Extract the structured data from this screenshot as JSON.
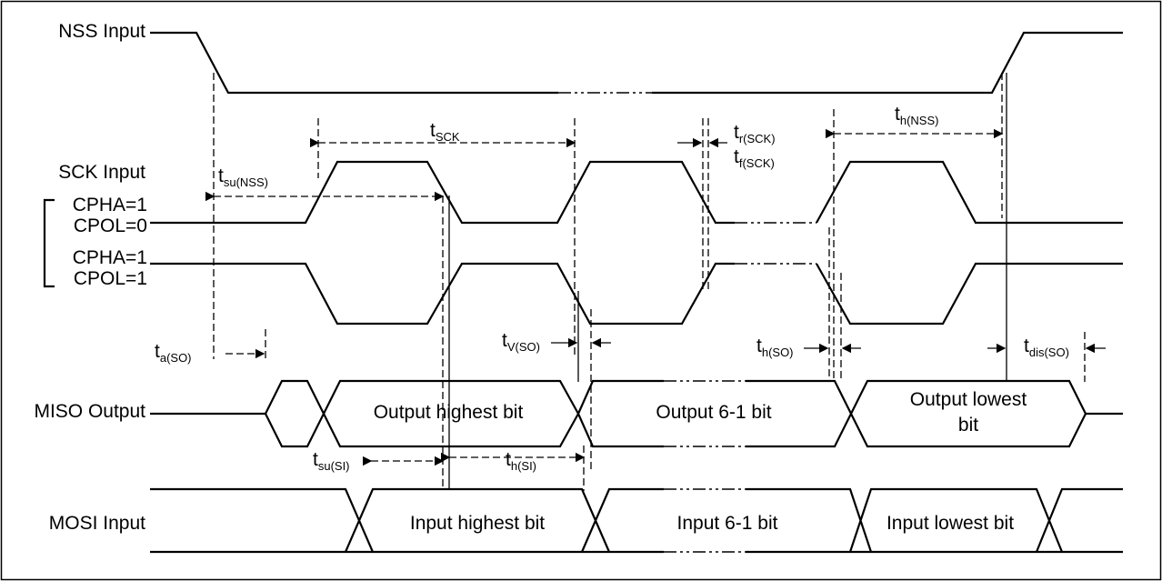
{
  "signals": {
    "nss": "NSS Input",
    "sck": "SCK Input",
    "cpha1": "CPHA=1",
    "cpol0": "CPOL=0",
    "cpha2": "CPHA=1",
    "cpol1": "CPOL=1",
    "miso": "MISO Output",
    "mosi": "MOSI Input"
  },
  "data_labels": {
    "miso_first": "Output  highest bit",
    "miso_middle": "Output 6-1 bit",
    "miso_last_line1": "Output lowest",
    "miso_last_line2": "bit",
    "mosi_first": "Input highest bit",
    "mosi_middle": "Input 6-1 bit",
    "mosi_last": "Input lowest bit"
  },
  "timing": {
    "t_sck": {
      "base": "t",
      "sub": "SCK"
    },
    "t_su_nss": {
      "base": "t",
      "sub": "su(NSS)"
    },
    "t_r_sck": {
      "base": "t",
      "sub": "r(SCK)"
    },
    "t_f_sck": {
      "base": "t",
      "sub": "f(SCK)"
    },
    "t_h_nss": {
      "base": "t",
      "sub": "h(NSS)"
    },
    "t_a_so": {
      "base": "t",
      "sub": "a(SO)"
    },
    "t_v_so": {
      "base": "t",
      "sub": "V(SO)"
    },
    "t_h_so": {
      "base": "t",
      "sub": "h(SO)"
    },
    "t_dis_so": {
      "base": "t",
      "sub": "dis(SO)"
    },
    "t_su_si": {
      "base": "t",
      "sub": "su(SI)"
    },
    "t_h_si": {
      "base": "t",
      "sub": "h(SI)"
    }
  }
}
